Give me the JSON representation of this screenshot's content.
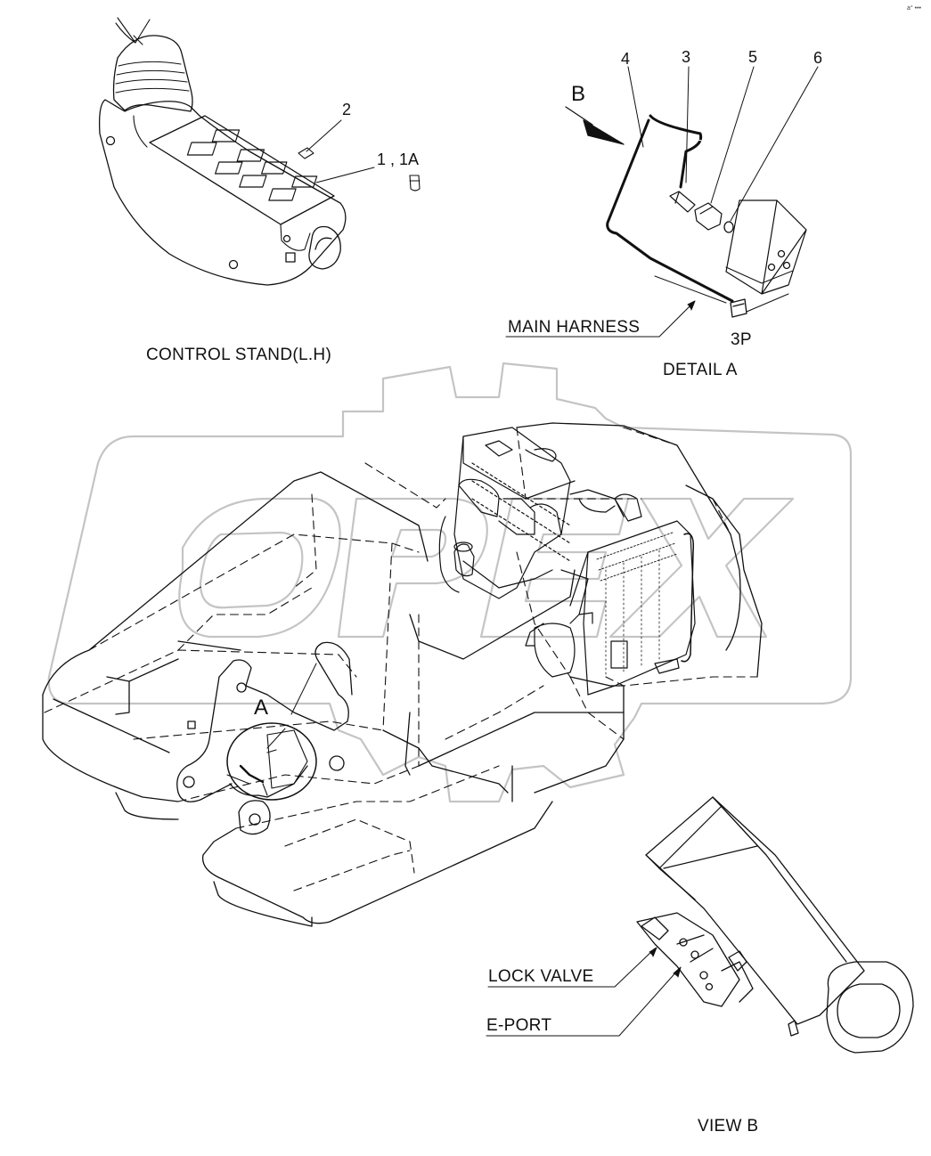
{
  "labels": {
    "part_1_1a": "1 , 1A",
    "part_2": "2",
    "part_3": "3",
    "part_4": "4",
    "part_5": "5",
    "part_6": "6",
    "arrow_b": "B",
    "detail_a_callout": "A",
    "main_harness": "MAIN HARNESS",
    "connector_3p": "3P",
    "control_stand": "CONTROL STAND(L.H)",
    "detail_a": "DETAIL  A",
    "lock_valve": "LOCK VALVE",
    "e_port": "E-PORT",
    "view_b": "VIEW  B",
    "corner_mark": "a° •••"
  },
  "watermark": {
    "text": "OPEX",
    "shape": "gear-outline"
  }
}
